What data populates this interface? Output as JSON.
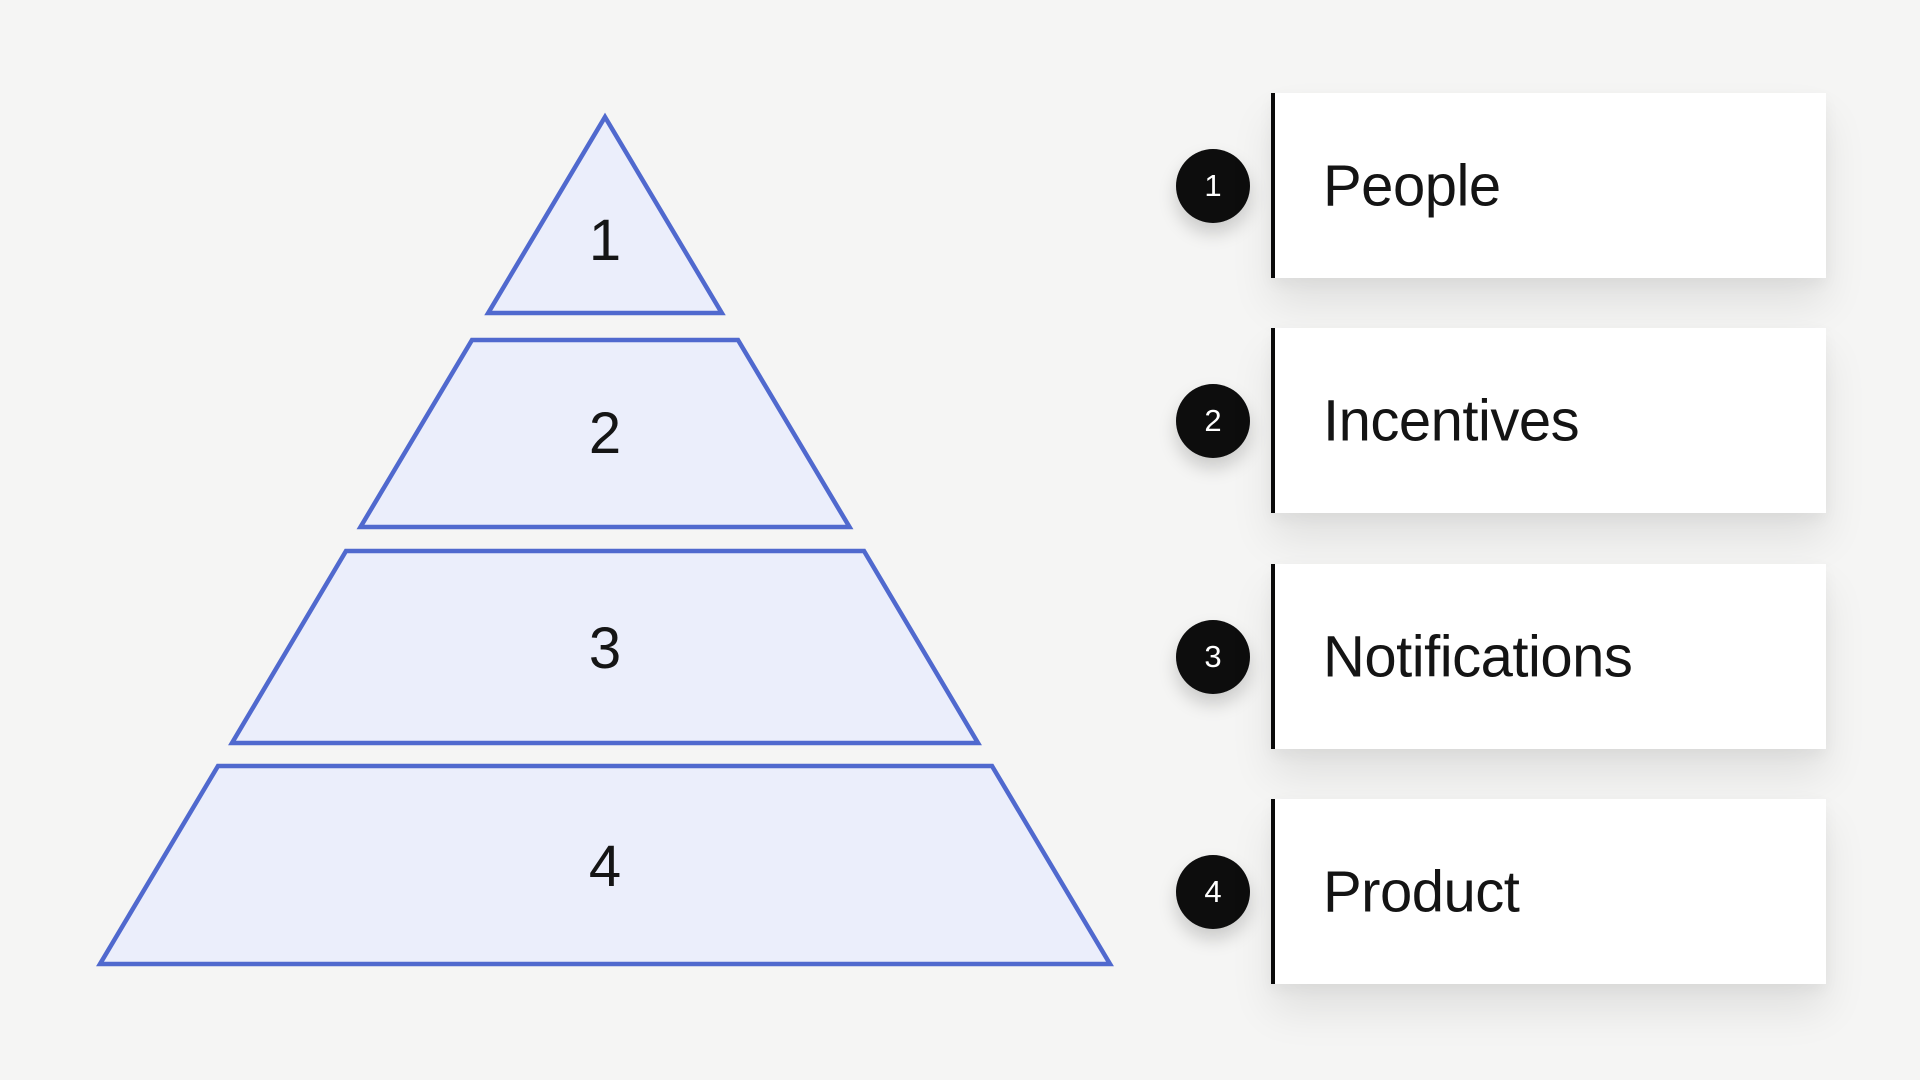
{
  "background_color": "#f5f5f4",
  "pyramid": {
    "fill_color": "#ebeefb",
    "stroke_color": "#5069ce",
    "levels": [
      {
        "number": "1"
      },
      {
        "number": "2"
      },
      {
        "number": "3"
      },
      {
        "number": "4"
      }
    ]
  },
  "legend": {
    "card_color": "#ffffff",
    "badge_color": "#0d0d0d",
    "items": [
      {
        "number": "1",
        "label": "People"
      },
      {
        "number": "2",
        "label": "Incentives"
      },
      {
        "number": "3",
        "label": "Notifications"
      },
      {
        "number": "4",
        "label": "Product"
      }
    ]
  },
  "chart_data": {
    "type": "pyramid",
    "title": "",
    "levels": [
      {
        "rank": 1,
        "label": "People"
      },
      {
        "rank": 2,
        "label": "Incentives"
      },
      {
        "rank": 3,
        "label": "Notifications"
      },
      {
        "rank": 4,
        "label": "Product"
      }
    ]
  }
}
